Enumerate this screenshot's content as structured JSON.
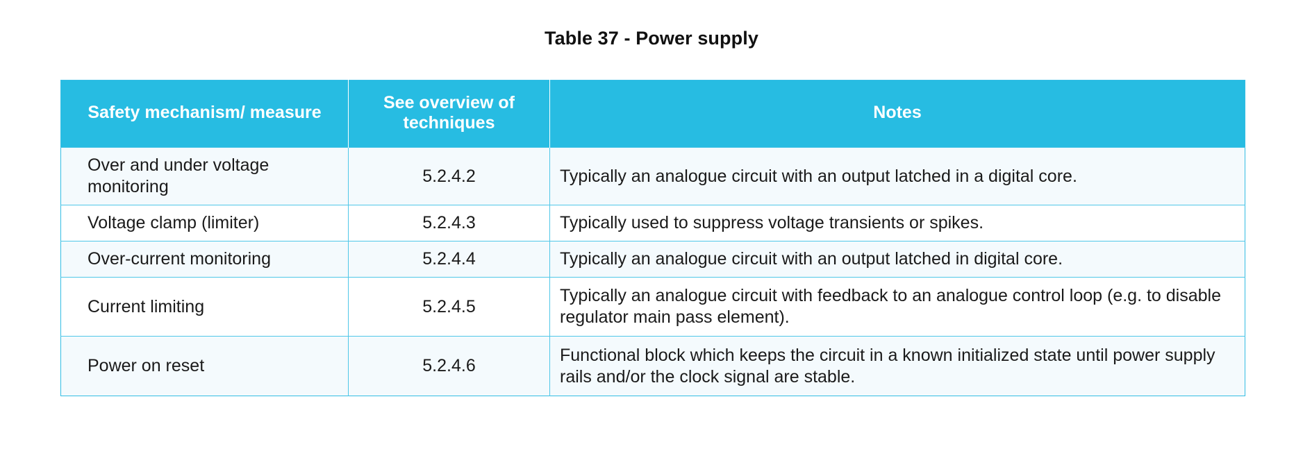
{
  "document": {
    "caption": "Table 37 - Power supply"
  },
  "colors": {
    "header_background": "#27BCE2",
    "header_text": "#FFFFFF",
    "border": "#4FC7E8",
    "row_alt_background": "#F4FAFD",
    "row_background": "#FFFFFF",
    "body_text": "#1A1A1A"
  },
  "table": {
    "columns": [
      {
        "key": "mechanism",
        "label": "Safety mechanism/ measure"
      },
      {
        "key": "reference",
        "label": "See overview of techniques"
      },
      {
        "key": "notes",
        "label": "Notes"
      }
    ],
    "rows": [
      {
        "mechanism": "Over and under voltage monitoring",
        "reference": "5.2.4.2",
        "notes": "Typically an analogue circuit with an output latched in a digital core."
      },
      {
        "mechanism": "Voltage clamp (limiter)",
        "reference": "5.2.4.3",
        "notes": "Typically used to suppress voltage transients or spikes."
      },
      {
        "mechanism": "Over-current monitoring",
        "reference": "5.2.4.4",
        "notes": "Typically an analogue circuit with an output latched in digital core."
      },
      {
        "mechanism": "Current limiting",
        "reference": "5.2.4.5",
        "notes": "Typically an analogue circuit with feedback to an analogue control loop (e.g. to disable regulator main pass element)."
      },
      {
        "mechanism": "Power on reset",
        "reference": "5.2.4.6",
        "notes": "Functional block which keeps the circuit in a known initialized state until power supply rails and/or the clock signal are stable."
      }
    ]
  }
}
